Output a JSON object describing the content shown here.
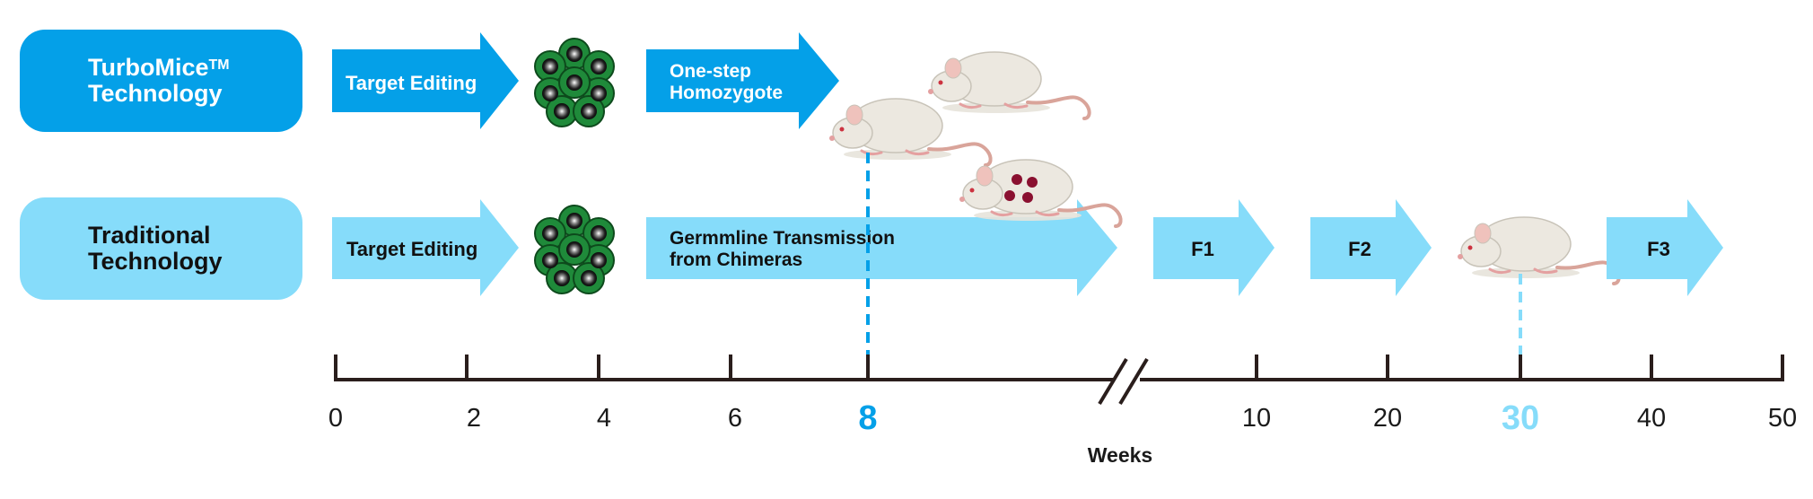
{
  "rows": {
    "turbomice": {
      "title": "TurboMice",
      "trademark": "TM",
      "subtitle": "Technology",
      "arrow_target": "Target Editing",
      "arrow_homozygote_line1": "One-step",
      "arrow_homozygote_line2": "Homozygote"
    },
    "traditional": {
      "title": "Traditional",
      "subtitle": "Technology",
      "arrow_target": "Target Editing",
      "arrow_germline_line1": "Germmline Transmission",
      "arrow_germline_line2": "from Chimeras",
      "arrow_f1": "F1",
      "arrow_f2": "F2",
      "arrow_f3": "F3"
    }
  },
  "timeline": {
    "ticks": [
      "0",
      "2",
      "4",
      "6",
      "8",
      "10",
      "20",
      "30",
      "40",
      "50"
    ],
    "highlight_turbo": "8",
    "highlight_traditional": "30",
    "axis_label": "Weeks"
  },
  "colors": {
    "turbo_blue": "#04a0e8",
    "light_blue": "#86dcfa",
    "axis": "#2a1e1c",
    "embryo_green": "#1f8a3a",
    "mouse_body": "#ece8e0",
    "mouse_tail": "#d9a49a",
    "chimera_spots": "#8a1030"
  },
  "icons": [
    "embryo-cluster-icon",
    "mouse-icon",
    "chimera-mouse-icon",
    "axis-break-icon"
  ]
}
